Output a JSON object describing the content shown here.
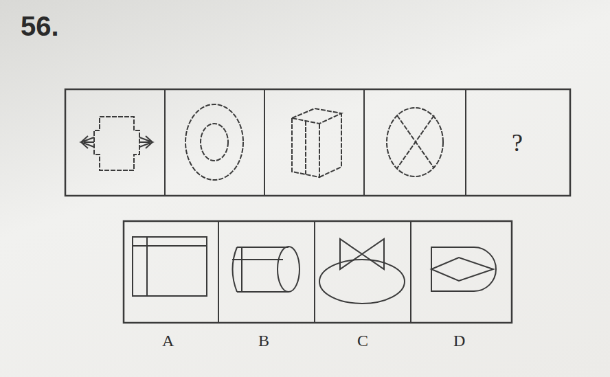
{
  "diagram": {
    "labels": [
      "56.",
      "?",
      "A",
      "B",
      "C",
      "D"
    ]
  }
}
